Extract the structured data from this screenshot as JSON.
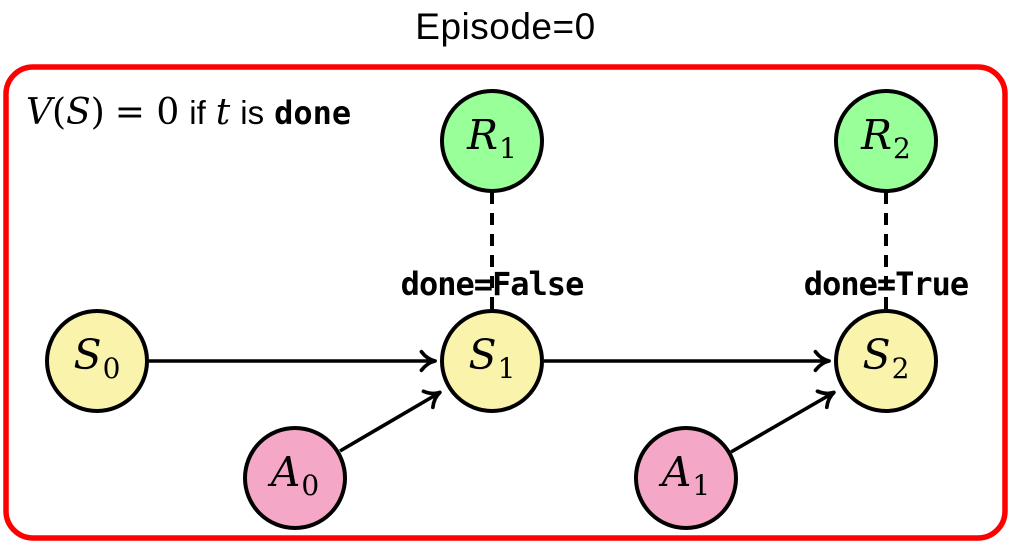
{
  "title": "Episode=0",
  "annotation": {
    "v": "V",
    "lparen": "(",
    "s": "S",
    "rparen": ")",
    "equals": "= 0",
    "if_word": "if",
    "t_var": "t",
    "is_word": "is",
    "done_word": "done"
  },
  "nodes": [
    {
      "id": "R1",
      "letter": "R",
      "sub": "1",
      "type": "reward"
    },
    {
      "id": "R2",
      "letter": "R",
      "sub": "2",
      "type": "reward"
    },
    {
      "id": "S0",
      "letter": "S",
      "sub": "0",
      "type": "state"
    },
    {
      "id": "S1",
      "letter": "S",
      "sub": "1",
      "type": "state"
    },
    {
      "id": "S2",
      "letter": "S",
      "sub": "2",
      "type": "state"
    },
    {
      "id": "A0",
      "letter": "A",
      "sub": "0",
      "type": "action"
    },
    {
      "id": "A1",
      "letter": "A",
      "sub": "1",
      "type": "action"
    }
  ],
  "edge_labels": [
    {
      "text": "done=False"
    },
    {
      "text": "done=True"
    }
  ],
  "colors": {
    "border": "#ff0000",
    "reward": "#99ff99",
    "state": "#faf3ac",
    "action": "#f4a7c7",
    "line": "#000000"
  }
}
